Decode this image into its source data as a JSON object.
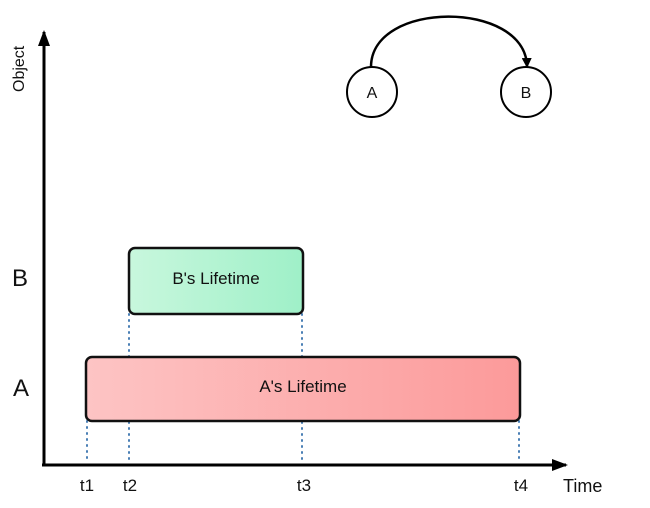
{
  "axes": {
    "y_label": "Object",
    "x_label": "Time"
  },
  "objects": [
    {
      "label": "A",
      "lifetime_label": "A's Lifetime",
      "start": "t1",
      "end": "t4",
      "color": "#fca5a5"
    },
    {
      "label": "B",
      "lifetime_label": "B's Lifetime",
      "start": "t2",
      "end": "t3",
      "color": "#a7f3d0"
    }
  ],
  "time_ticks": [
    "t1",
    "t2",
    "t3",
    "t4"
  ],
  "reference_graph": {
    "from": "A",
    "to": "B"
  }
}
